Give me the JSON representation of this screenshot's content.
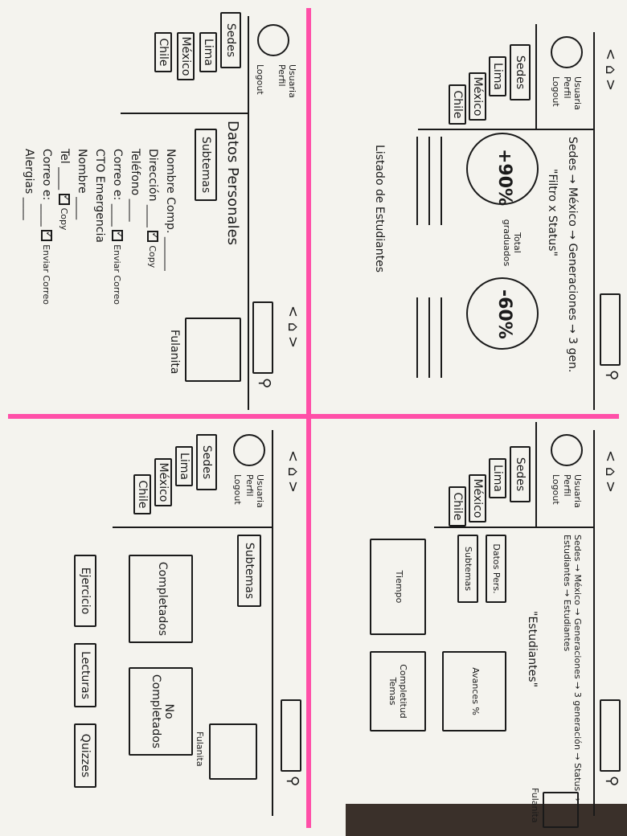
{
  "nav": {
    "back": "<",
    "home": "⌂",
    "forward": ">"
  },
  "header": {
    "usuario_perfil": "Usuaria Perfil",
    "logout": "Logout",
    "username": "Fulanita"
  },
  "sedes": {
    "title": "Sedes",
    "items": [
      "Lima",
      "México",
      "Chile"
    ]
  },
  "panel1": {
    "breadcrumb": "Sedes → México → Generaciones → 3 gen.",
    "filter": "\"Filtro x Status\"",
    "pct_positive": "+90%",
    "pct_label": "Total graduados",
    "pct_negative": "-60%",
    "list_title": "Listado de Estudiantes"
  },
  "panel2": {
    "breadcrumb": "Sedes → México → Generaciones → 3 generación → Status → Estudiantes → Estudiantes",
    "subtitle": "\"Estudiantes\"",
    "tabs": [
      "Datos Pers.",
      "Subtemas"
    ],
    "boxes": [
      "Avances %",
      "Tiempo",
      "Completitud Temas"
    ]
  },
  "panel3": {
    "section_title": "Datos Personales",
    "subtemas_btn": "Subtemas",
    "fields": [
      "Nombre Comp.",
      "Dirección",
      "Teléfono",
      "Correo e:",
      "CTO Emergencia",
      "Nombre",
      "Tel",
      "Correo e:",
      "Alergias"
    ],
    "copy": "Copy",
    "enviar_correo": "Enviar Correo"
  },
  "panel4": {
    "subtemas": "Subtemas",
    "completados": "Completados",
    "no_completados": "No Completados",
    "tabs": [
      "Ejercicio",
      "Lecturas",
      "Quizzes"
    ]
  }
}
